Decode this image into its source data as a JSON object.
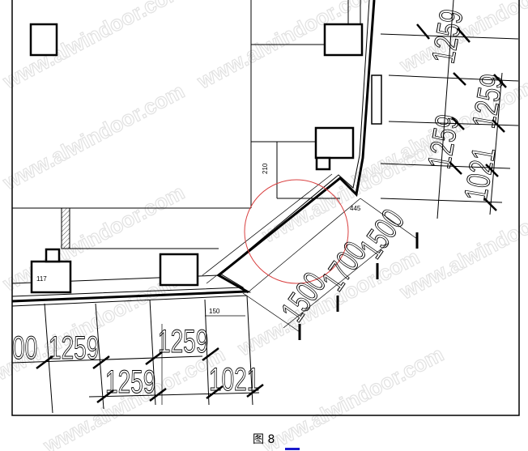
{
  "figure": {
    "caption": "图 8",
    "watermark": "www.alwindoor.com",
    "highlight_color": "#d94040",
    "dimensions": {
      "right": [
        "1259",
        "1259",
        "1259",
        "1021"
      ],
      "bottom": [
        "00",
        "1259",
        "1259",
        "1259",
        "1021"
      ],
      "diagonal": [
        "1500",
        "1700",
        "1500"
      ],
      "small": [
        "150",
        "445",
        "210",
        "117"
      ]
    }
  }
}
